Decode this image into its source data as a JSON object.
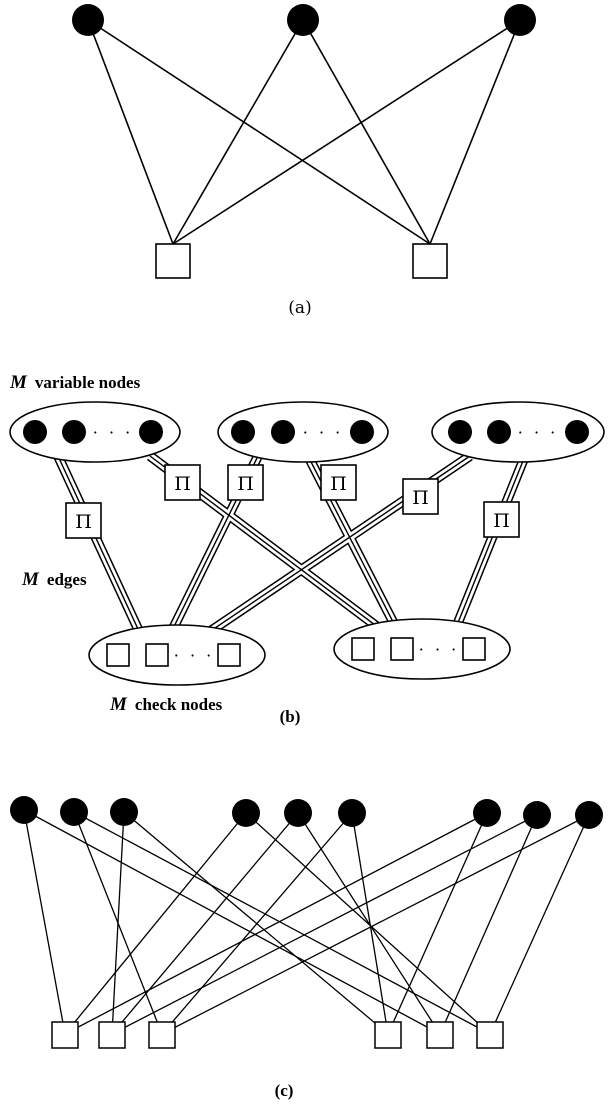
{
  "panel_a": {
    "caption": "(a)"
  },
  "panel_b": {
    "top_label_m": "M",
    "top_label_text": "variable nodes",
    "edges_label_m": "M",
    "edges_label_text": "edges",
    "bottom_label_m": "M",
    "bottom_label_text": "check nodes",
    "caption": "(b)",
    "permutation_symbol": "Π",
    "ellipsis": "· · ·"
  },
  "panel_c": {
    "caption": "(c)"
  }
}
